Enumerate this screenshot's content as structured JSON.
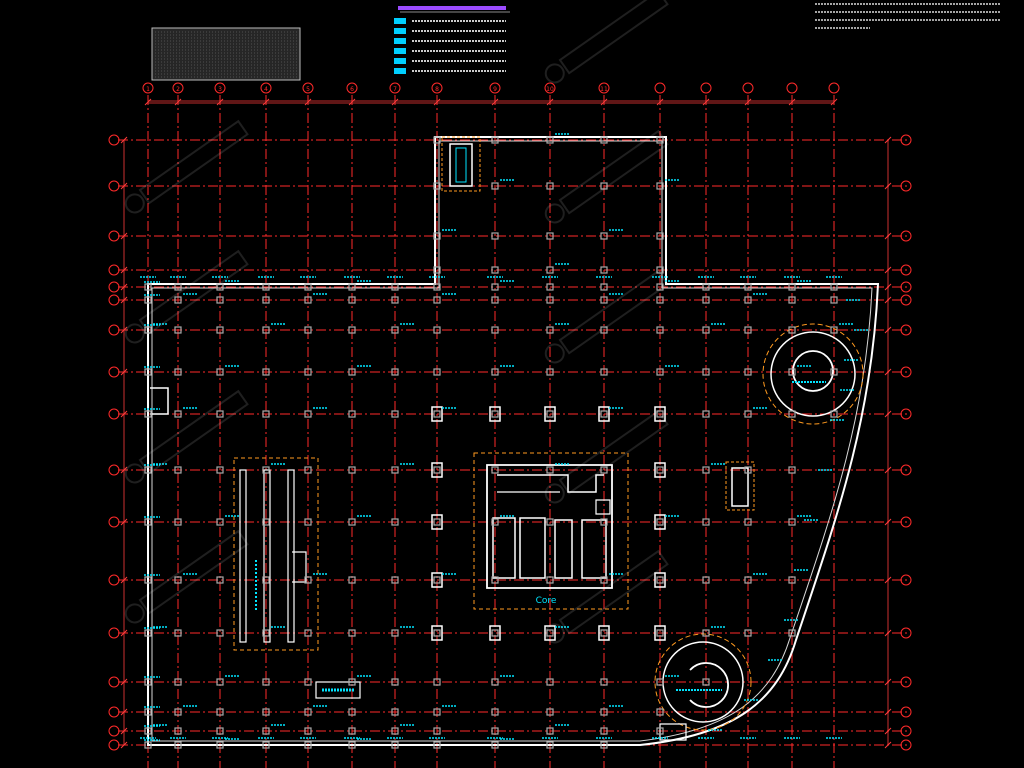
{
  "drawing": {
    "core_label": "Core",
    "grid_bubble_labels": [
      "1",
      "2",
      "3",
      "4",
      "5",
      "6",
      "7",
      "8",
      "9",
      "10",
      "11"
    ],
    "colors": {
      "background": "#000000",
      "grid": "#ff2a2a",
      "dimension": "#ff3b3b",
      "wall": "#ffffff",
      "annotation": "#00e5ff",
      "accent": "#ff9a1f",
      "legend_swatch": "#00cfff",
      "title_bar": "#b04bff",
      "wall_stroke": "#aaaaaa"
    }
  }
}
